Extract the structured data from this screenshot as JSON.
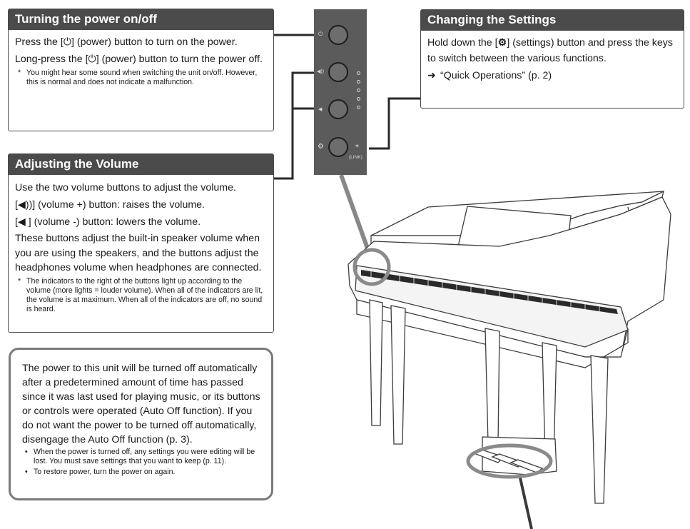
{
  "power_section": {
    "title": "Turning the power on/off",
    "line1": "Press the [⏻] (power) button to turn on the power.",
    "line2": "Long-press the [⏻] (power) button to turn the power off.",
    "note_mark": "*",
    "note": "You might hear some sound when switching the unit on/off. However, this is normal and does not indicate a malfunction."
  },
  "settings_section": {
    "title": "Changing the Settings",
    "line1_pre": "Hold down the [",
    "line1_icon": "⚙",
    "line1_post": "] (settings) button and press the keys to switch between the various functions.",
    "ref_mark": "➜",
    "ref": "“Quick Operations” (p. 2)"
  },
  "volume_section": {
    "title": "Adjusting the Volume",
    "line1": "Use the two volume buttons to adjust the volume.",
    "line2": "[◀))] (volume +) button: raises the volume.",
    "line3": "[◀ ] (volume -) button: lowers the volume.",
    "line4": "These buttons adjust the built-in speaker volume when you are using the speakers, and the buttons adjust the headphones volume when headphones are connected.",
    "note_mark": "*",
    "note": "The indicators to the right of the buttons light up according to the volume (more lights = louder volume). When all of the indicators are lit, the volume is at maximum. When all of the indicators are off, no sound is heard."
  },
  "auto_off": {
    "text": "The power to this unit will be turned off automatically after a predetermined amount of time has passed since it was last used for playing music, or its buttons or controls were operated (Auto Off function). If you do not want the power to be turned off automatically, disengage the Auto Off function (p. 3).",
    "bullet_mark": "•",
    "bullets": [
      "When the power is turned off, any settings you were editing will be lost. You must save settings that you want to keep (p. 11).",
      "To restore power, turn the power on again."
    ]
  },
  "panel": {
    "power_icon": "⏻",
    "vol_up_icon": "◀))",
    "vol_down_icon": "◀",
    "settings_icon": "⚙",
    "bt_icon": "✶",
    "link_label": "(LINK)"
  }
}
